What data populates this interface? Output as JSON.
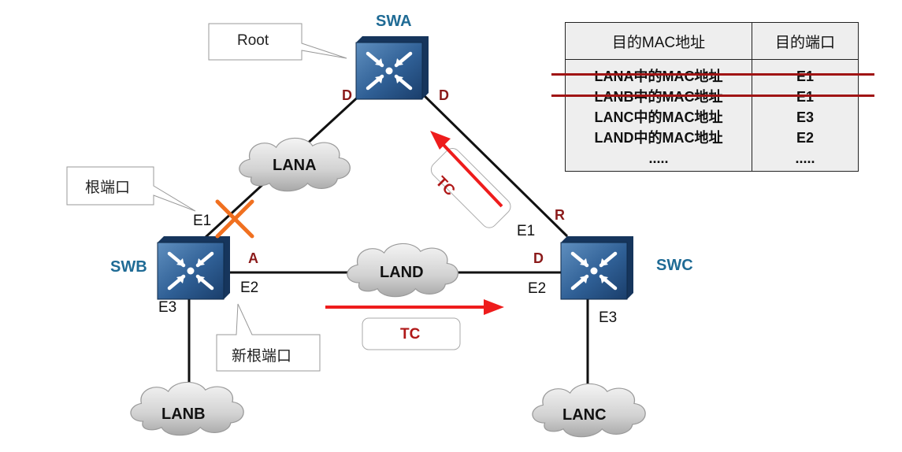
{
  "switches": {
    "swa": {
      "name": "SWA",
      "callout": "Root"
    },
    "swb": {
      "name": "SWB"
    },
    "swc": {
      "name": "SWC"
    }
  },
  "clouds": {
    "lana": "LANA",
    "lanb": "LANB",
    "lanc": "LANC",
    "land": "LAND"
  },
  "ports": {
    "swa_left_role": "D",
    "swa_right_role": "D",
    "swb_e1": "E1",
    "swb_e2": "E2",
    "swb_e3": "E3",
    "swb_e2_role": "A",
    "swc_e1": "E1",
    "swc_e1_role": "R",
    "swc_e2": "E2",
    "swc_e2_role": "D",
    "swc_e3": "E3"
  },
  "callouts": {
    "root_port": "根端口",
    "new_root_port": "新根端口"
  },
  "tc": {
    "upper": "TC",
    "lower": "TC"
  },
  "colors": {
    "switch_name": "#1f6b95",
    "port_role": "#8b1a1a",
    "tc_arrow": "#ee1c1c",
    "blocked_cross": "#f07020",
    "strike": "#a01414"
  },
  "mac_table": {
    "headers": [
      "目的MAC地址",
      "目的端口"
    ],
    "rows": [
      {
        "mac": "LANA中的MAC地址",
        "port": "E1",
        "struck": true
      },
      {
        "mac": "LANB中的MAC地址",
        "port": "E1",
        "struck": true
      },
      {
        "mac": "LANC中的MAC地址",
        "port": "E3",
        "struck": false
      },
      {
        "mac": "LAND中的MAC地址",
        "port": "E2",
        "struck": false
      },
      {
        "mac": ".....",
        "port": ".....",
        "struck": false
      }
    ]
  }
}
